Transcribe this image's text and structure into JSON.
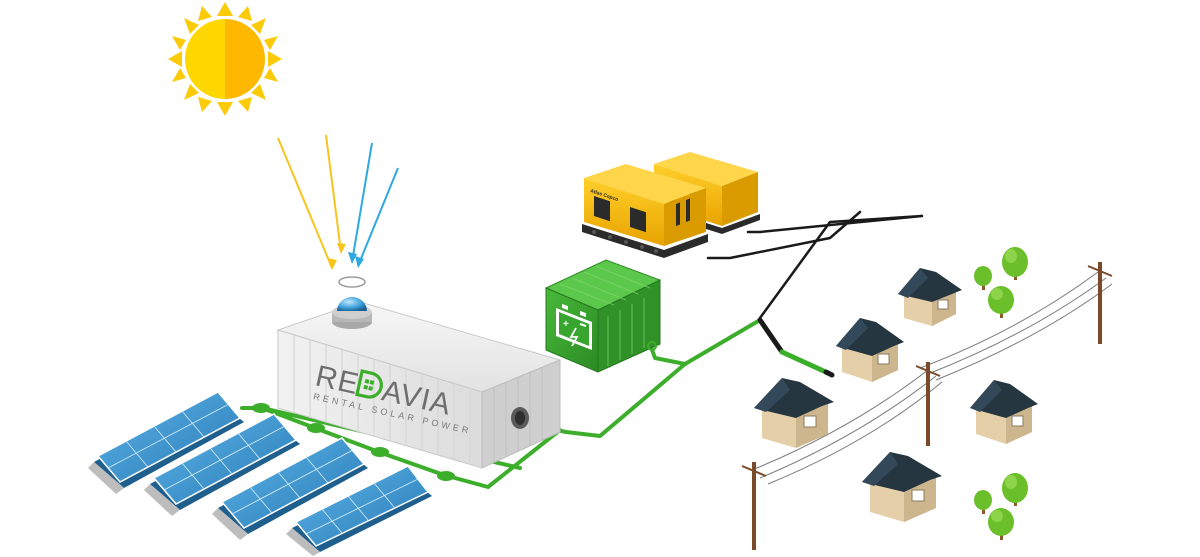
{
  "logo": {
    "prefix": "RE",
    "suffix": "AVIA",
    "tagline": "RENTAL SOLAR POWER"
  },
  "generator_brand": "Atlas Copco",
  "colors": {
    "sun_left": "#FFD700",
    "sun_right": "#FFB800",
    "sun_ray": "#FBCB0A",
    "sky_ray_yellow": "#F6C51F",
    "sky_ray_blue": "#2DA8E0",
    "cable_green": "#3DAE2B",
    "cable_black": "#1A1A1A",
    "battery_green": "#37A52E",
    "battery_dark": "#247A1F",
    "container_light": "#ECECEC",
    "container_shade": "#D4D4D4",
    "logo_text": "#6E6E6E",
    "logo_green": "#3DAE2B",
    "panel_blue": "#3F9FD8",
    "panel_dark": "#2A78B5",
    "generator_yellow": "#F5B800",
    "generator_dark": "#2B2B2B",
    "house_wall": "#E4CFA9",
    "house_roof": "#263640",
    "tree_green": "#6BBF2A",
    "tree_trunk": "#8A5A2B",
    "pole_brown": "#7A4A2A"
  },
  "icons": {
    "sun": "sun-icon",
    "battery": "battery-icon",
    "sensor": "sensor-dome-icon"
  }
}
